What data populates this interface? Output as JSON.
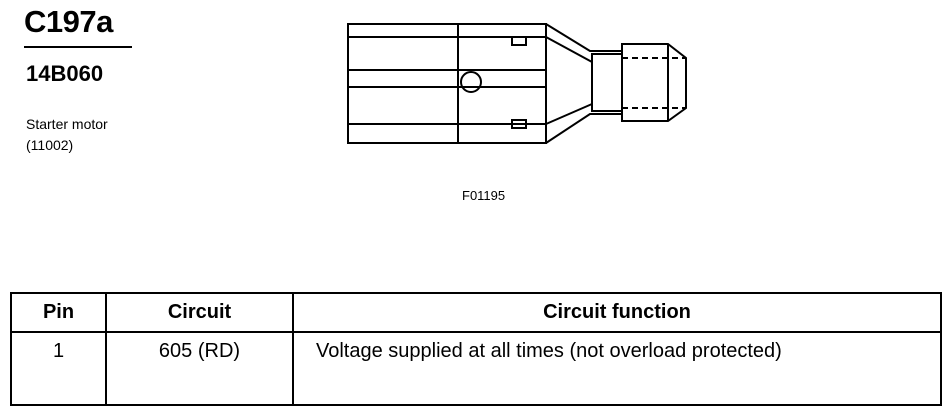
{
  "connector": {
    "id": "C197a",
    "part_number": "14B060",
    "component_name": "Starter motor",
    "component_code": "(11002)"
  },
  "figure": {
    "id": "F01195"
  },
  "pin_table": {
    "headers": {
      "pin": "Pin",
      "circuit": "Circuit",
      "function": "Circuit function"
    },
    "rows": [
      {
        "pin": "1",
        "circuit": "605 (RD)",
        "function": "Voltage supplied at all times (not overload protected)"
      }
    ]
  }
}
